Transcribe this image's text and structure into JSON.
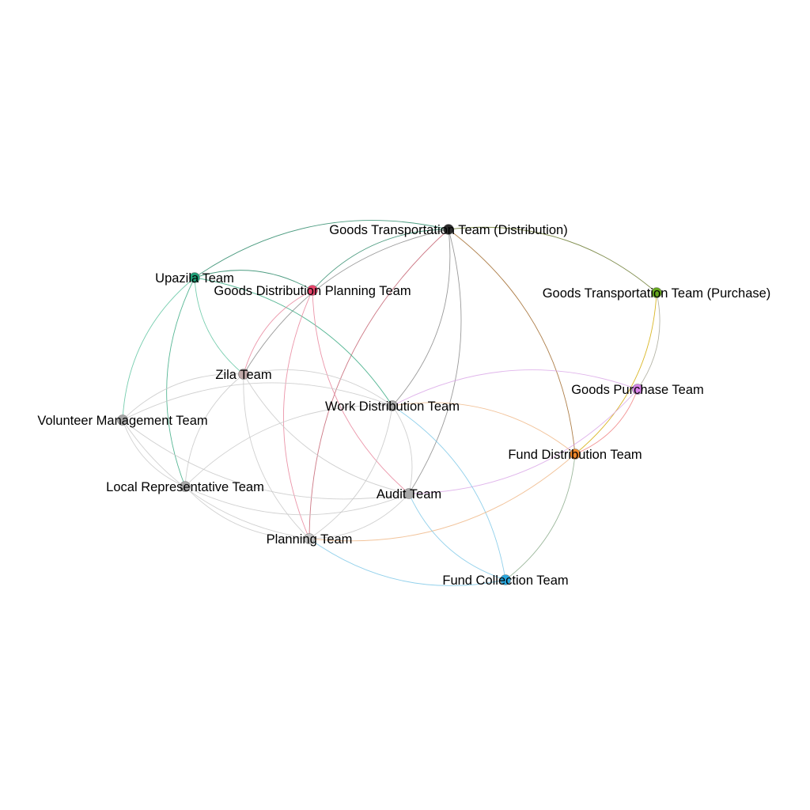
{
  "graph": {
    "nodes": [
      {
        "id": "gttd",
        "label": "Goods Transportation Team (Distribution)",
        "color": "#2b2b2b"
      },
      {
        "id": "upazila",
        "label": "Upazila Team",
        "color": "#1f9e77"
      },
      {
        "id": "gdpt",
        "label": "Goods Distribution Planning Team",
        "color": "#e7456b"
      },
      {
        "id": "gttp",
        "label": "Goods Transportation Team (Purchase)",
        "color": "#66a61e"
      },
      {
        "id": "zila",
        "label": "Zila Team",
        "color": "#c0a8a8"
      },
      {
        "id": "gpt",
        "label": "Goods Purchase Team",
        "color": "#d884e8"
      },
      {
        "id": "wdt",
        "label": "Work Distribution Team",
        "color": "#a8a8a8"
      },
      {
        "id": "vmt",
        "label": "Volunteer Management Team",
        "color": "#a8a8a8"
      },
      {
        "id": "fdt",
        "label": "Fund Distribution Team",
        "color": "#f0882a"
      },
      {
        "id": "lrt",
        "label": "Local Representative Team",
        "color": "#a8a8a8"
      },
      {
        "id": "audit",
        "label": "Audit Team",
        "color": "#a8a8a8"
      },
      {
        "id": "planning",
        "label": "Planning Team",
        "color": "#c8c8c8"
      },
      {
        "id": "fct",
        "label": "Fund Collection Team",
        "color": "#29a9e1"
      }
    ],
    "edges": [
      {
        "source": "gttd",
        "target": "upazila",
        "color": "#2e8b6b"
      },
      {
        "source": "gttd",
        "target": "gdpt",
        "color": "#2e8b6b"
      },
      {
        "source": "gttd",
        "target": "gttp",
        "color": "#6b7a30"
      },
      {
        "source": "gttd",
        "target": "zila",
        "color": "#888888"
      },
      {
        "source": "gttd",
        "target": "wdt",
        "color": "#888888"
      },
      {
        "source": "gttd",
        "target": "audit",
        "color": "#888888"
      },
      {
        "source": "gttd",
        "target": "fdt",
        "color": "#a0692a"
      },
      {
        "source": "gttd",
        "target": "planning",
        "color": "#c46070"
      },
      {
        "source": "upazila",
        "target": "gdpt",
        "color": "#2e8b6b"
      },
      {
        "source": "upazila",
        "target": "zila",
        "color": "#5ec4a0"
      },
      {
        "source": "upazila",
        "target": "wdt",
        "color": "#3aaa82"
      },
      {
        "source": "upazila",
        "target": "vmt",
        "color": "#5ec4a0"
      },
      {
        "source": "upazila",
        "target": "lrt",
        "color": "#3aaa82"
      },
      {
        "source": "gdpt",
        "target": "zila",
        "color": "#e8839a"
      },
      {
        "source": "gdpt",
        "target": "audit",
        "color": "#e8839a"
      },
      {
        "source": "gdpt",
        "target": "planning",
        "color": "#e8839a"
      },
      {
        "source": "gttp",
        "target": "gpt",
        "color": "#a8a898"
      },
      {
        "source": "gttp",
        "target": "fdt",
        "color": "#d4aa00"
      },
      {
        "source": "gpt",
        "target": "wdt",
        "color": "#dba8e8"
      },
      {
        "source": "gpt",
        "target": "fdt",
        "color": "#f08080"
      },
      {
        "source": "gpt",
        "target": "audit",
        "color": "#dba8e8"
      },
      {
        "source": "wdt",
        "target": "fdt",
        "color": "#f0b888"
      },
      {
        "source": "wdt",
        "target": "fct",
        "color": "#7ec8e8"
      },
      {
        "source": "wdt",
        "target": "zila",
        "color": "#c8c8c8"
      },
      {
        "source": "wdt",
        "target": "vmt",
        "color": "#c8c8c8"
      },
      {
        "source": "wdt",
        "target": "lrt",
        "color": "#c8c8c8"
      },
      {
        "source": "wdt",
        "target": "audit",
        "color": "#c8c8c8"
      },
      {
        "source": "wdt",
        "target": "planning",
        "color": "#c8c8c8"
      },
      {
        "source": "fdt",
        "target": "fct",
        "color": "#8aaa8a"
      },
      {
        "source": "fdt",
        "target": "planning",
        "color": "#f0b888"
      },
      {
        "source": "audit",
        "target": "fct",
        "color": "#7ec8e8"
      },
      {
        "source": "planning",
        "target": "fct",
        "color": "#7ec8e8"
      },
      {
        "source": "zila",
        "target": "vmt",
        "color": "#c8c8c8"
      },
      {
        "source": "zila",
        "target": "lrt",
        "color": "#c8c8c8"
      },
      {
        "source": "zila",
        "target": "audit",
        "color": "#c8c8c8"
      },
      {
        "source": "zila",
        "target": "planning",
        "color": "#c8c8c8"
      },
      {
        "source": "vmt",
        "target": "lrt",
        "color": "#c8c8c8"
      },
      {
        "source": "vmt",
        "target": "audit",
        "color": "#c8c8c8"
      },
      {
        "source": "vmt",
        "target": "planning",
        "color": "#c8c8c8"
      },
      {
        "source": "lrt",
        "target": "audit",
        "color": "#c8c8c8"
      },
      {
        "source": "lrt",
        "target": "planning",
        "color": "#c8c8c8"
      },
      {
        "source": "audit",
        "target": "planning",
        "color": "#c8c8c8"
      }
    ]
  }
}
